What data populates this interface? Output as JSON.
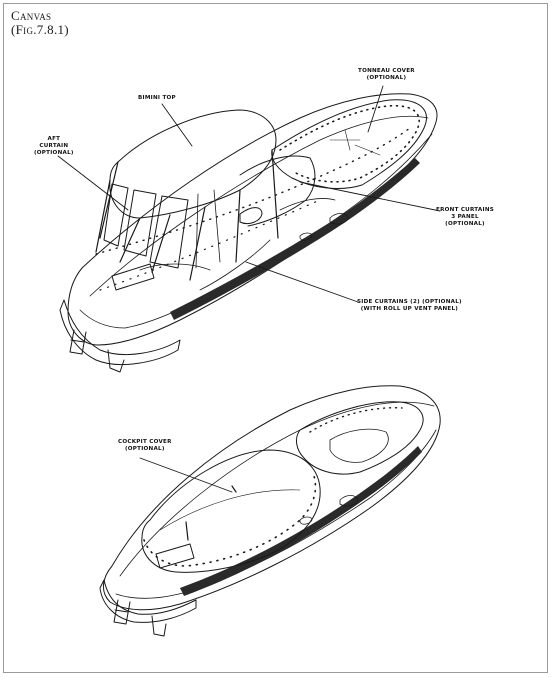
{
  "header": {
    "title_line1": "Canvas",
    "title_line2": "(Fig.7.8.1)"
  },
  "labels": {
    "tonneau_cover": "Tonneau cover",
    "tonneau_cover_note": "(Optional)",
    "bimini_top": "Bimini top",
    "aft_curtain_line1": "Aft",
    "aft_curtain_line2": "curtain",
    "aft_curtain_note": "(Optional)",
    "front_curtains_line1": "Front curtains",
    "front_curtains_line2": "3 panel",
    "front_curtains_note": "(Optional)",
    "side_curtains_line1": "Side curtains (2) (Optional)",
    "side_curtains_line2": "(with roll up vent panel)",
    "cockpit_cover": "Cockpit cover",
    "cockpit_cover_note": "(Optional)"
  }
}
